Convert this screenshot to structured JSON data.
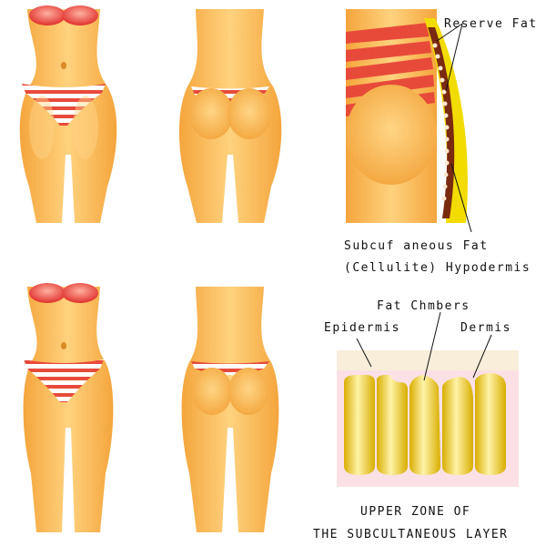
{
  "labels": {
    "reserve_fat": "Reserve Fat",
    "subcutaneous_fat": "Subcuf aneous Fat",
    "cellulite_hypodermis": "(Cellulite) Hypodermis",
    "fat_chambers": "Fat Chmbers",
    "epidermis": "Epidermis",
    "dermis": "Dermis",
    "upper_zone": "UPPER ZONE OF",
    "subcutaneous_layer": "THE SUBCULTANEOUS LAYER"
  },
  "colors": {
    "skin": "#f8b550",
    "skin_light": "#ffd07a",
    "skin_shadow": "#f0a23a",
    "bikini_red": "#e83a3a",
    "bikini_stripe": "#ffffff",
    "fat_yellow": "#e8c400",
    "fat_highlight": "#fff2a0",
    "dermis_pink": "#fbe1e6",
    "epidermis_cream": "#f9eed9",
    "hypodermis_brown": "#7a2a10"
  }
}
